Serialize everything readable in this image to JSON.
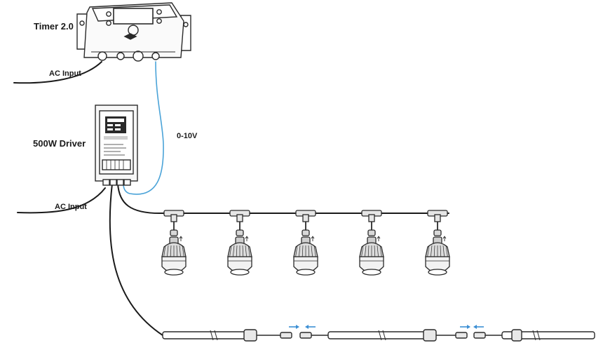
{
  "labels": {
    "timer": "Timer 2.0",
    "timer_ac_input": "AC Input",
    "signal": "0-10V",
    "driver": "500W Driver",
    "driver_ac_input": "AC Input"
  },
  "fixture_count": 5,
  "colors": {
    "line": "#1a1a1a",
    "signal_cable": "#4aa3d8",
    "arrow": "#3c8fd4",
    "fixture_body": "#f2f2f2",
    "outline": "#2a2a2a"
  },
  "icons": {
    "timer": "timer-controller-icon",
    "driver": "led-driver-icon",
    "fixture": "grow-light-fixture-icon",
    "bar": "led-light-bar-icon"
  }
}
